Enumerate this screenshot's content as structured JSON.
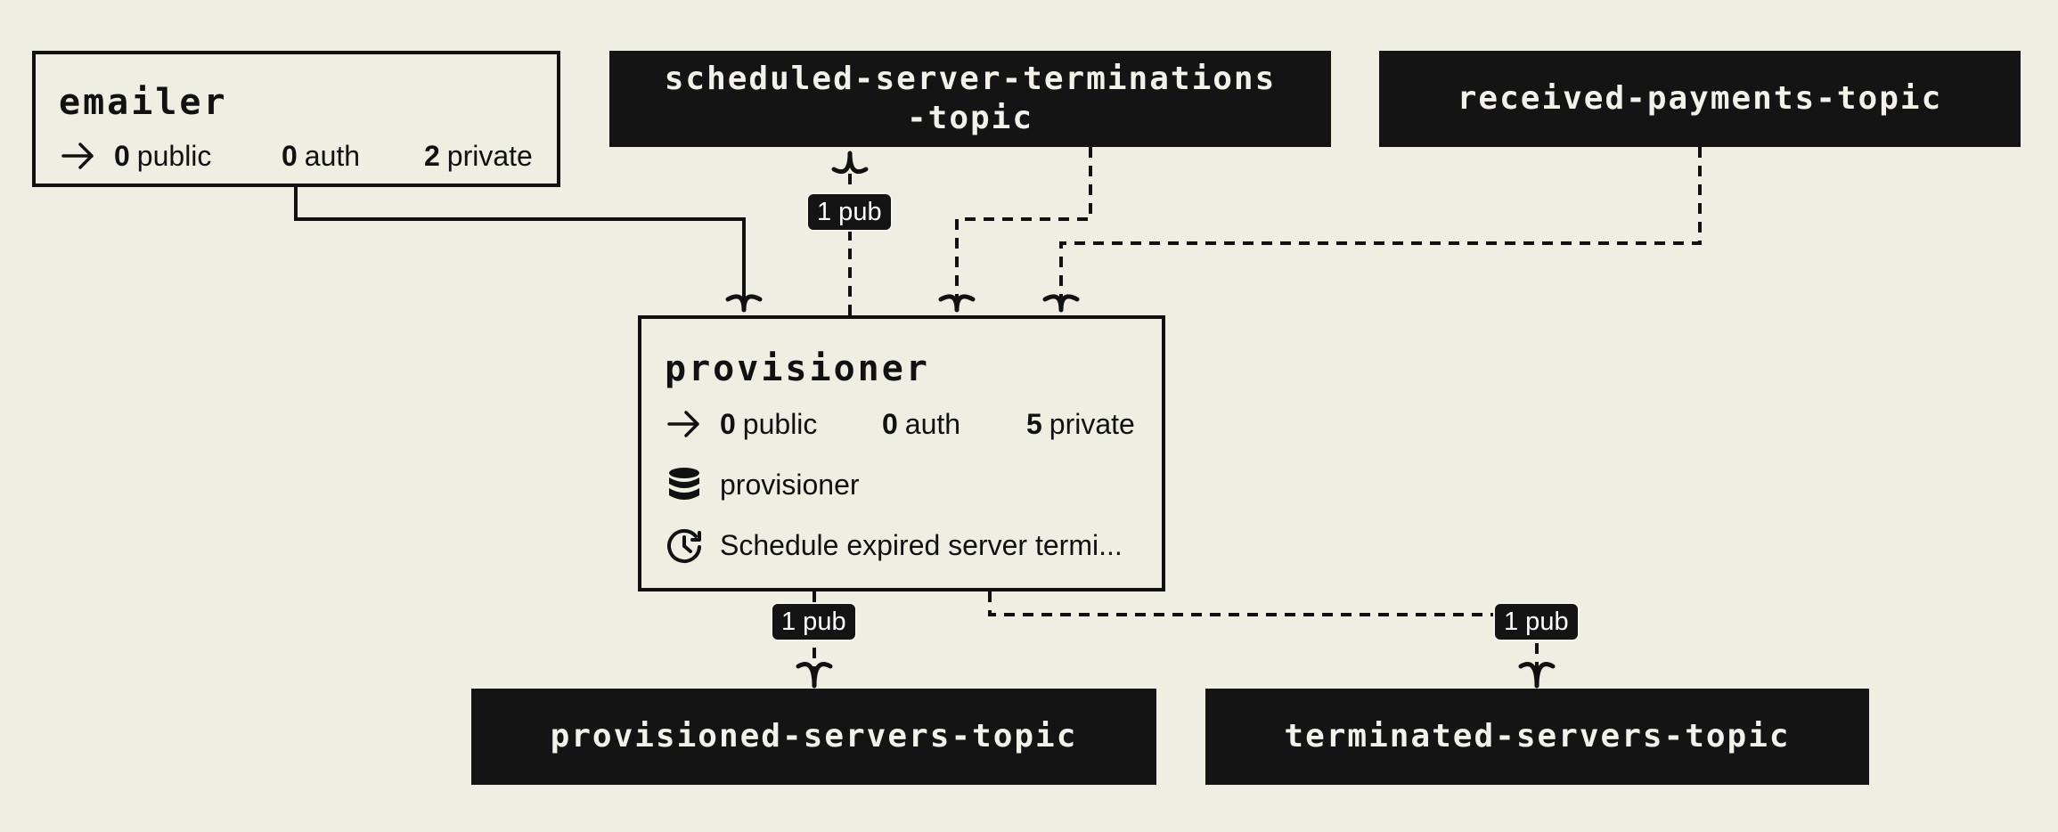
{
  "services": {
    "emailer": {
      "name": "emailer",
      "public_count": "0",
      "public_label": "public",
      "auth_count": "0",
      "auth_label": "auth",
      "private_count": "2",
      "private_label": "private"
    },
    "provisioner": {
      "name": "provisioner",
      "public_count": "0",
      "public_label": "public",
      "auth_count": "0",
      "auth_label": "auth",
      "private_count": "5",
      "private_label": "private",
      "database": "provisioner",
      "cron": "Schedule expired server termi..."
    }
  },
  "topics": {
    "scheduled": "scheduled-server-terminations-topic",
    "received": "received-payments-topic",
    "provisioned": "provisioned-servers-topic",
    "terminated": "terminated-servers-topic"
  },
  "badges": {
    "to_scheduled": "1 pub",
    "to_provisioned": "1 pub",
    "to_terminated": "1 pub"
  },
  "icons": {
    "endpoint": "arrow-right-icon",
    "database": "database-icon",
    "cron": "clock-icon"
  },
  "colors": {
    "background": "#eeeee2",
    "ink": "#111111",
    "topic_fill": "#141414",
    "topic_text": "#f2f2ea"
  }
}
